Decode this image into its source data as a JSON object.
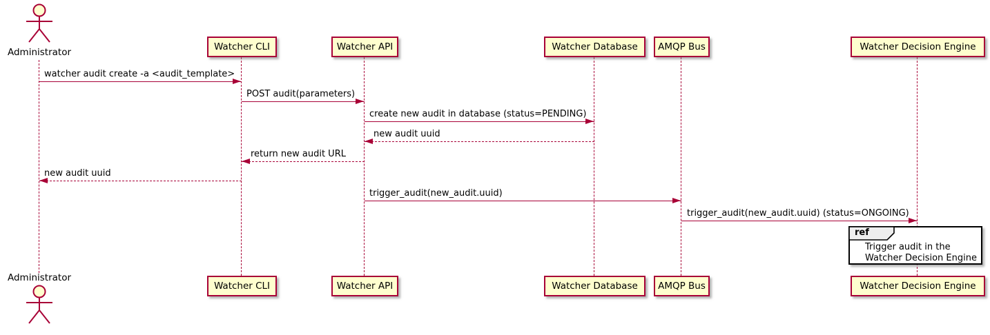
{
  "diagram": {
    "type": "sequence",
    "participants": [
      {
        "id": "administrator",
        "label": "Administrator",
        "kind": "actor"
      },
      {
        "id": "watcher-cli",
        "label": "Watcher CLI",
        "kind": "participant"
      },
      {
        "id": "watcher-api",
        "label": "Watcher API",
        "kind": "participant"
      },
      {
        "id": "watcher-database",
        "label": "Watcher Database",
        "kind": "participant"
      },
      {
        "id": "amqp-bus",
        "label": "AMQP Bus",
        "kind": "participant"
      },
      {
        "id": "watcher-decision-engine",
        "label": "Watcher Decision Engine",
        "kind": "participant"
      }
    ],
    "messages": [
      {
        "from": "Administrator",
        "to": "Watcher CLI",
        "label": "watcher audit create -a <audit_template>",
        "line": "solid",
        "direction": "right"
      },
      {
        "from": "Watcher CLI",
        "to": "Watcher API",
        "label": "POST audit(parameters)",
        "line": "solid",
        "direction": "right"
      },
      {
        "from": "Watcher API",
        "to": "Watcher Database",
        "label": "create new audit in database (status=PENDING)",
        "line": "solid",
        "direction": "right"
      },
      {
        "from": "Watcher Database",
        "to": "Watcher API",
        "label": "new audit uuid",
        "line": "dashed",
        "direction": "left"
      },
      {
        "from": "Watcher API",
        "to": "Watcher CLI",
        "label": "return new audit URL",
        "line": "dashed",
        "direction": "left"
      },
      {
        "from": "Watcher CLI",
        "to": "Administrator",
        "label": "new audit uuid",
        "line": "dashed",
        "direction": "left"
      },
      {
        "from": "Watcher API",
        "to": "AMQP Bus",
        "label": "trigger_audit(new_audit.uuid)",
        "line": "solid",
        "direction": "right"
      },
      {
        "from": "AMQP Bus",
        "to": "Watcher Decision Engine",
        "label": "trigger_audit(new_audit.uuid) (status=ONGOING)",
        "line": "solid",
        "direction": "right"
      }
    ],
    "ref": {
      "keyword": "ref",
      "over": "Watcher Decision Engine",
      "line1": "Trigger audit in the",
      "line2": "Watcher Decision Engine"
    },
    "colors": {
      "participant_fill": "#FEFECE",
      "stroke": "#A80036",
      "text": "#000000",
      "ref_tab_fill": "#EEEEEE",
      "ref_border": "#000000",
      "background": "#FFFFFF"
    }
  }
}
